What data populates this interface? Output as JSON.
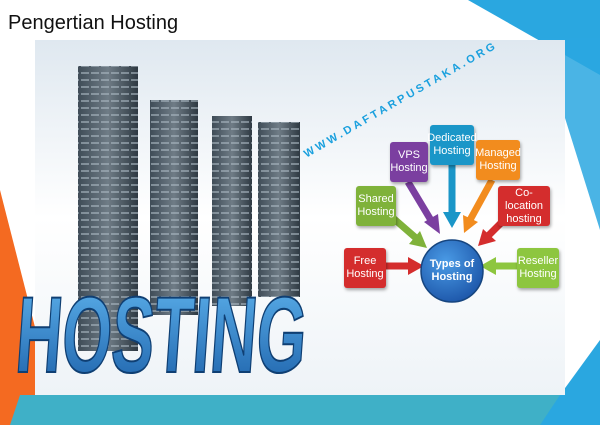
{
  "page": {
    "title": "Pengertian Hosting"
  },
  "watermark": {
    "text": "WWW.DAFTARPUSTAKA.ORG"
  },
  "hero": {
    "word": "HOSTING"
  },
  "diagram": {
    "center": {
      "label": "Types of Hosting",
      "color": "#1c6dc1"
    },
    "nodes": [
      {
        "id": "vps",
        "label": "VPS Hosting",
        "color": "#7b3fa0"
      },
      {
        "id": "dedicated",
        "label": "Dedicated Hosting",
        "color": "#1a96c8"
      },
      {
        "id": "managed",
        "label": "Managed Hosting",
        "color": "#f28c1e"
      },
      {
        "id": "shared",
        "label": "Shared Hosting",
        "color": "#7fb23a"
      },
      {
        "id": "colocation",
        "label": "Co-location hosting",
        "color": "#d42d2d"
      },
      {
        "id": "free",
        "label": "Free Hosting",
        "color": "#d42d2d"
      },
      {
        "id": "reseller",
        "label": "Reseller Hosting",
        "color": "#8dc63f"
      }
    ]
  },
  "colors": {
    "accent_blue": "#2aa7e0",
    "accent_orange": "#f46a21",
    "accent_teal": "#3fb0c7"
  }
}
